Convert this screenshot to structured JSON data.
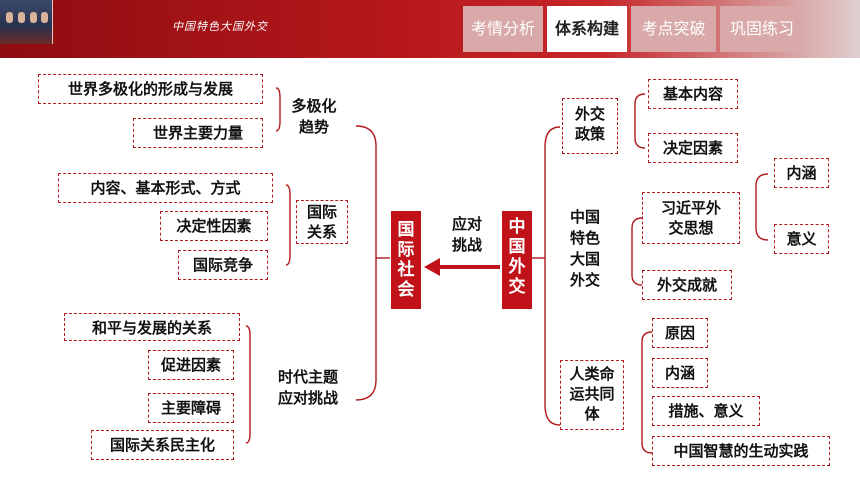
{
  "header": {
    "title": "中国特色大国外交",
    "tabs": [
      {
        "label": "考情分析",
        "active": false
      },
      {
        "label": "体系构建",
        "active": true
      },
      {
        "label": "考点突破",
        "active": false
      },
      {
        "label": "巩固练习",
        "active": false
      }
    ]
  },
  "colors": {
    "accent": "#c1121a",
    "line": "#b11a1e"
  },
  "left": {
    "group1": {
      "label": "多极化\n趋势",
      "items": [
        "世界多极化的形成与发展",
        "世界主要力量"
      ]
    },
    "group2": {
      "label": "国际\n关系",
      "items": [
        "内容、基本形式、方式",
        "决定性因素",
        "国际竞争"
      ]
    },
    "group3": {
      "label": "时代主题\n应对挑战",
      "items": [
        "和平与发展的关系",
        "促进因素",
        "主要障碍",
        "国际关系民主化"
      ]
    }
  },
  "center": {
    "intl_society": "国\n际\n社\n会",
    "arrow_label": "应对\n挑战",
    "china_diplomacy": "中\n国\n外\n交"
  },
  "right": {
    "policy": {
      "label": "外交\n政策",
      "items": [
        "基本内容",
        "决定因素"
      ]
    },
    "major": {
      "label": "中国\n特色\n大国\n外交",
      "xi": "习近平外\n交思想",
      "xi_items": [
        "内涵",
        "意义"
      ],
      "achieve": "外交成就"
    },
    "community": {
      "label": "人类命\n运共同\n体",
      "items": [
        "原因",
        "内涵",
        "措施、意义",
        "中国智慧的生动实践"
      ]
    }
  }
}
